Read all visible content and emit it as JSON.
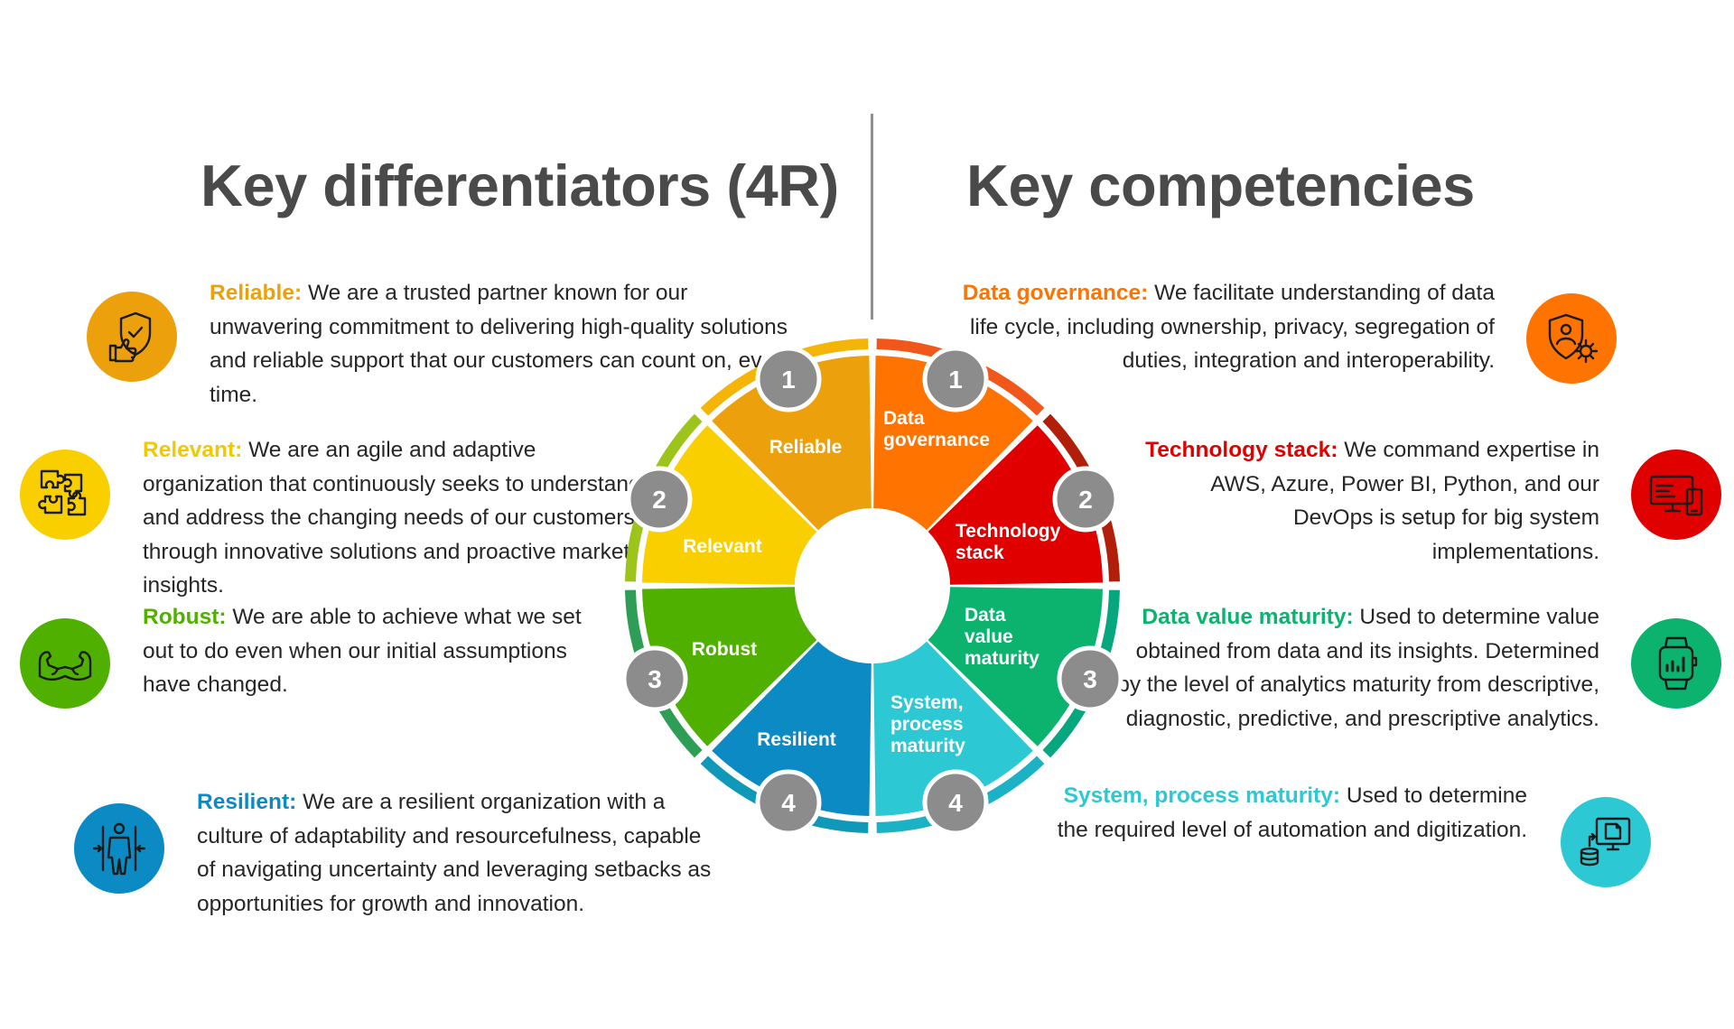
{
  "headings": {
    "left": "Key differentiators (4R)",
    "right": "Key competencies"
  },
  "differentiators": [
    {
      "label": "Reliable:",
      "text": "We are a trusted partner known for our unwavering commitment to delivering high-quality solutions and reliable support that our customers can count on, every time.",
      "color": "#ECA10C",
      "icon": "shield-thumbs-up-icon",
      "number": "1",
      "segment": "Reliable"
    },
    {
      "label": "Relevant:",
      "text": "We are an agile and adaptive organization that continuously seeks to understand and address the changing needs of our customers through innovative solutions and proactive market insights.",
      "color": "#F9CF00",
      "icon": "puzzle-icon",
      "number": "2",
      "segment": "Relevant"
    },
    {
      "label": "Robust:",
      "text": "We are able to achieve what we set out to do even when our initial assumptions have changed.",
      "color": "#4FB000",
      "icon": "strong-arms-icon",
      "number": "3",
      "segment": "Robust"
    },
    {
      "label": "Resilient:",
      "text": "We are a resilient organization with a culture of adaptability and resourcefulness, capable of navigating uncertainty and leveraging setbacks as opportunities for growth and innovation.",
      "color": "#0B8AC4",
      "icon": "person-pressure-icon",
      "number": "4",
      "segment": "Resilient"
    }
  ],
  "competencies": [
    {
      "label": "Data governance:",
      "text": "We facilitate understanding of data life cycle, including ownership, privacy, segregation of duties, integration and interoperability.",
      "color": "#FF7300",
      "icon": "user-shield-gear-icon",
      "number": "1",
      "segment": "Data governance"
    },
    {
      "label": "Technology stack:",
      "text": "We command expertise in AWS, Azure, Power BI, Python, and our DevOps is setup for big system implementations.",
      "color": "#E00000",
      "icon": "devices-icon",
      "number": "2",
      "segment": "Technology stack"
    },
    {
      "label": "Data value maturity:",
      "text": "Used to determine value obtained from data and its insights. Determined by the level of analytics maturity from descriptive, diagnostic, predictive, and prescriptive analytics.",
      "color": "#0BB36F",
      "icon": "smartwatch-chart-icon",
      "number": "3",
      "segment": "Data value maturity"
    },
    {
      "label": "System, process maturity:",
      "text": "Used to determine the required level of automation and digitization.",
      "color": "#2CC8D4",
      "icon": "monitor-database-icon",
      "number": "4",
      "segment": "System, process maturity"
    }
  ],
  "colors": {
    "heading": "#4A4A4A",
    "badge": "#8C8C8C",
    "divider": "#8F8F8F"
  }
}
